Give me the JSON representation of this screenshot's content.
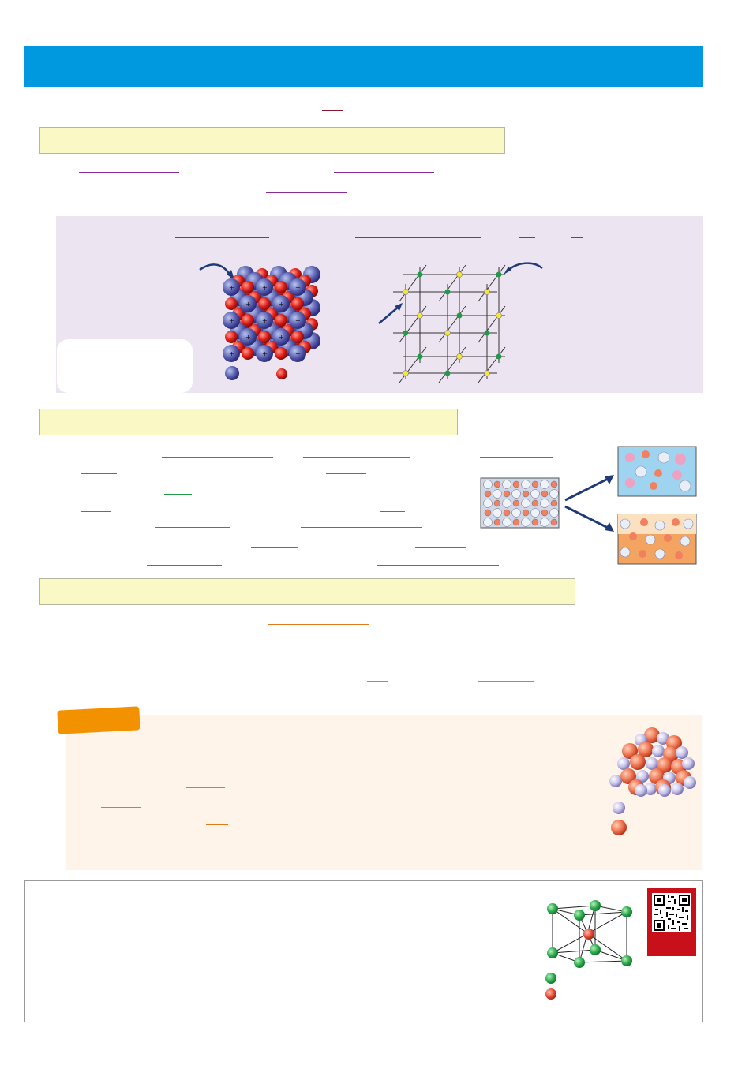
{
  "colors": {
    "banner": "#0099e0",
    "section_fill": "#faf9c6",
    "purple_accent": "#8a2a9a",
    "green_accent": "#1f9a45",
    "orange_accent": "#e07a1a",
    "tag": "#f39200",
    "lilac_panel": "#ede4f1",
    "peach_panel": "#fff4ea",
    "cation": "#8fb0d8",
    "anion": "#e0201a",
    "qr_frame": "#c8101a"
  },
  "icons": {
    "ionic-cube": "sphere-lattice",
    "lattice-grid": "crystal-lattice",
    "dissolve-diagram": "dissolution",
    "cluster": "ion-cluster",
    "nacl-cell": "unit-cell",
    "qr": "qr-code"
  }
}
